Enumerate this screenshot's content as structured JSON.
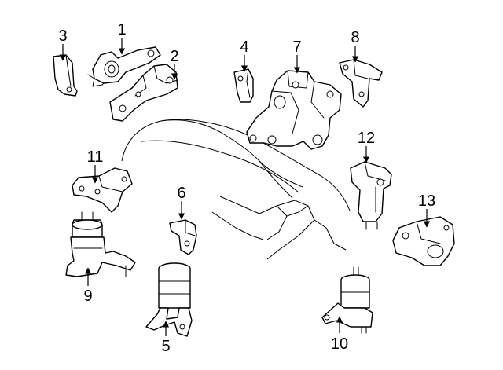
{
  "callouts": {
    "c1": "1",
    "c2": "2",
    "c3": "3",
    "c4": "4",
    "c5": "5",
    "c6": "6",
    "c7": "7",
    "c8": "8",
    "c9": "9",
    "c10": "10",
    "c11": "11",
    "c12": "12",
    "c13": "13"
  },
  "colors": {
    "line": "#000000",
    "background": "#ffffff"
  }
}
